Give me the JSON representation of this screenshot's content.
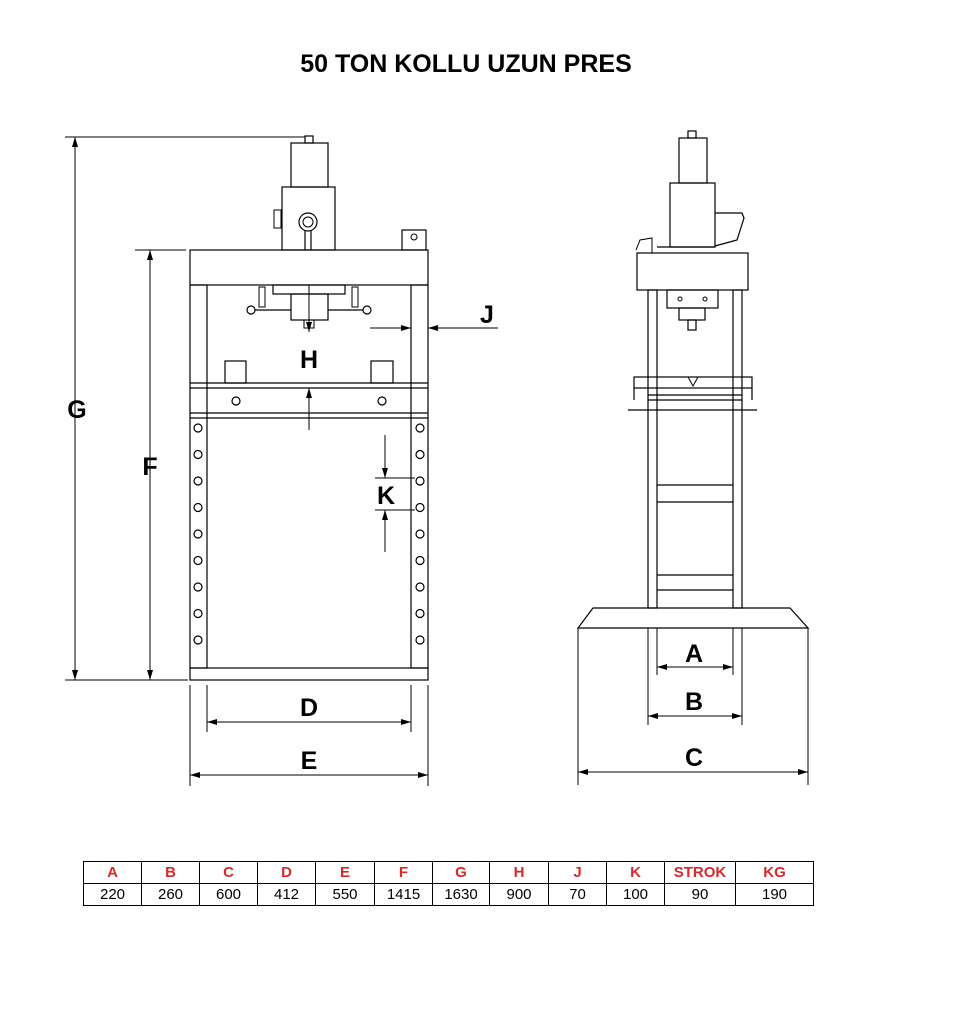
{
  "title": "50 TON KOLLU UZUN PRES",
  "dimension_labels": {
    "A": "A",
    "B": "B",
    "C": "C",
    "D": "D",
    "E": "E",
    "F": "F",
    "G": "G",
    "H": "H",
    "J": "J",
    "K": "K"
  },
  "spec_table": {
    "headers": [
      "A",
      "B",
      "C",
      "D",
      "E",
      "F",
      "G",
      "H",
      "J",
      "K",
      "STROK",
      "KG"
    ],
    "values": [
      "220",
      "260",
      "600",
      "412",
      "550",
      "1415",
      "1630",
      "900",
      "70",
      "100",
      "90",
      "190"
    ]
  },
  "colors": {
    "header_text": "#d42a2a",
    "line": "#000000"
  }
}
